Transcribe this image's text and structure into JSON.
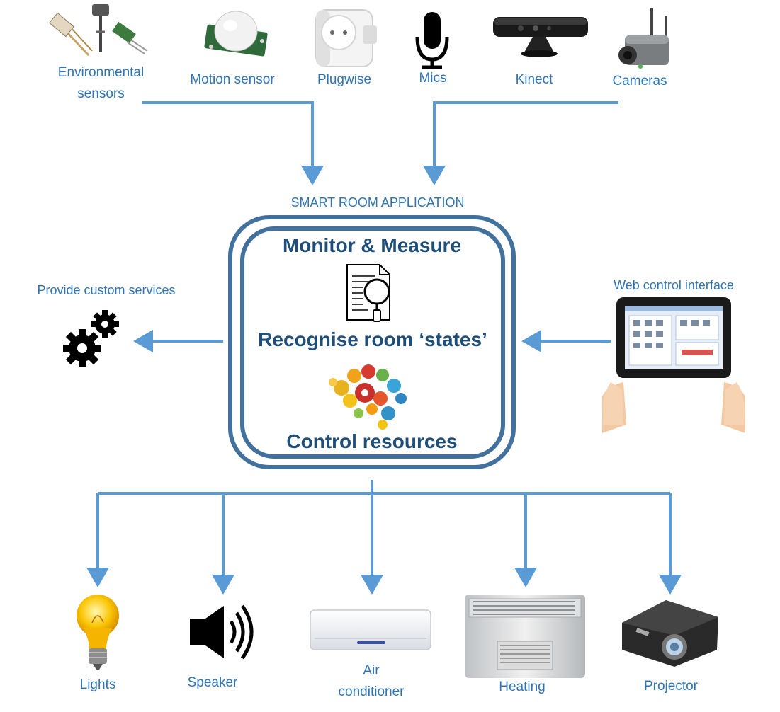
{
  "inputs": {
    "environmental_line1": "Environmental",
    "environmental_line2": "sensors",
    "motion": "Motion sensor",
    "plugwise": "Plugwise",
    "mics": "Mics",
    "kinect": "Kinect",
    "cameras": "Cameras"
  },
  "app_title": "SMART  ROOM  APPLICATION",
  "core": {
    "monitor": "Monitor & Measure",
    "recognise": "Recognise room ‘states’",
    "control": "Control resources"
  },
  "left": {
    "label": "Provide custom services"
  },
  "right": {
    "label": "Web control interface"
  },
  "outputs": {
    "lights": "Lights",
    "speaker": "Speaker",
    "air_line1": "Air",
    "air_line2": "conditioner",
    "heating": "Heating",
    "projector": "Projector"
  },
  "colors": {
    "arrow": "#5b9bd5",
    "frame": "#41719c",
    "heading": "#1f4e79",
    "label": "#2e75b6"
  }
}
